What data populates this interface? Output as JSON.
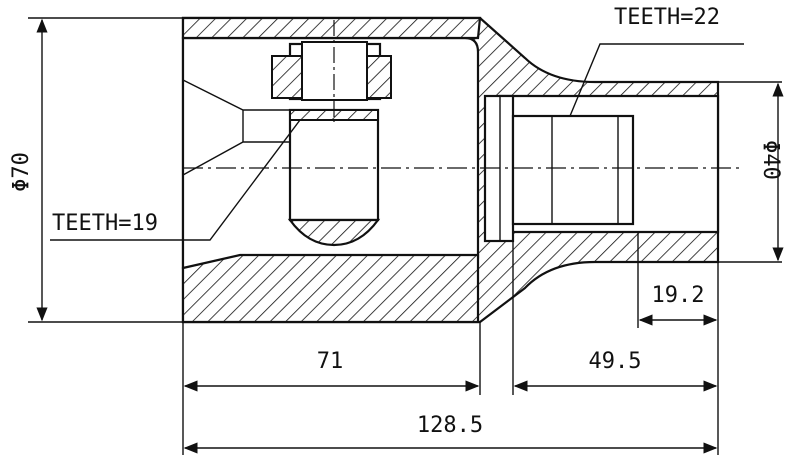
{
  "drawing": {
    "labels": {
      "teeth_outer": "TEETH=22",
      "teeth_inner": "TEETH=19",
      "dia_outer": "Φ70",
      "dia_shaft": "Φ40",
      "len_bell": "71",
      "len_shaft": "49.5",
      "len_spline": "19.2",
      "len_total": "128.5"
    }
  }
}
